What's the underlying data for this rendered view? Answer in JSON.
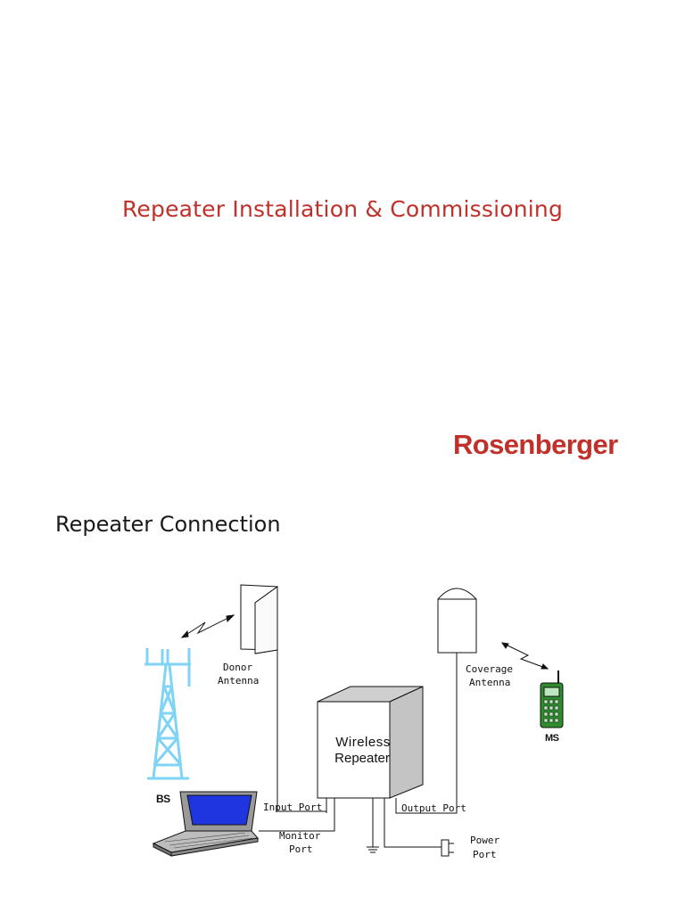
{
  "title": "Repeater Installation & Commissioning",
  "logo_text": "Rosenberger",
  "subtitle": "Repeater Connection",
  "diagram": {
    "donor_antenna": [
      "Donor",
      "Antenna"
    ],
    "coverage_antenna": [
      "Coverage",
      "Antenna"
    ],
    "repeater": [
      "Wireless",
      "Repeater"
    ],
    "bs": "BS",
    "ms": "MS",
    "input_port": "Input Port",
    "output_port": "Output Port",
    "monitor_port": [
      "Monitor",
      "Port"
    ],
    "power_port": [
      "Power",
      "Port"
    ]
  },
  "colors": {
    "accent": "#c0312b",
    "tower": "#7fd4f5",
    "phone": "#2e8b2e",
    "laptop_screen": "#1f35e0"
  }
}
